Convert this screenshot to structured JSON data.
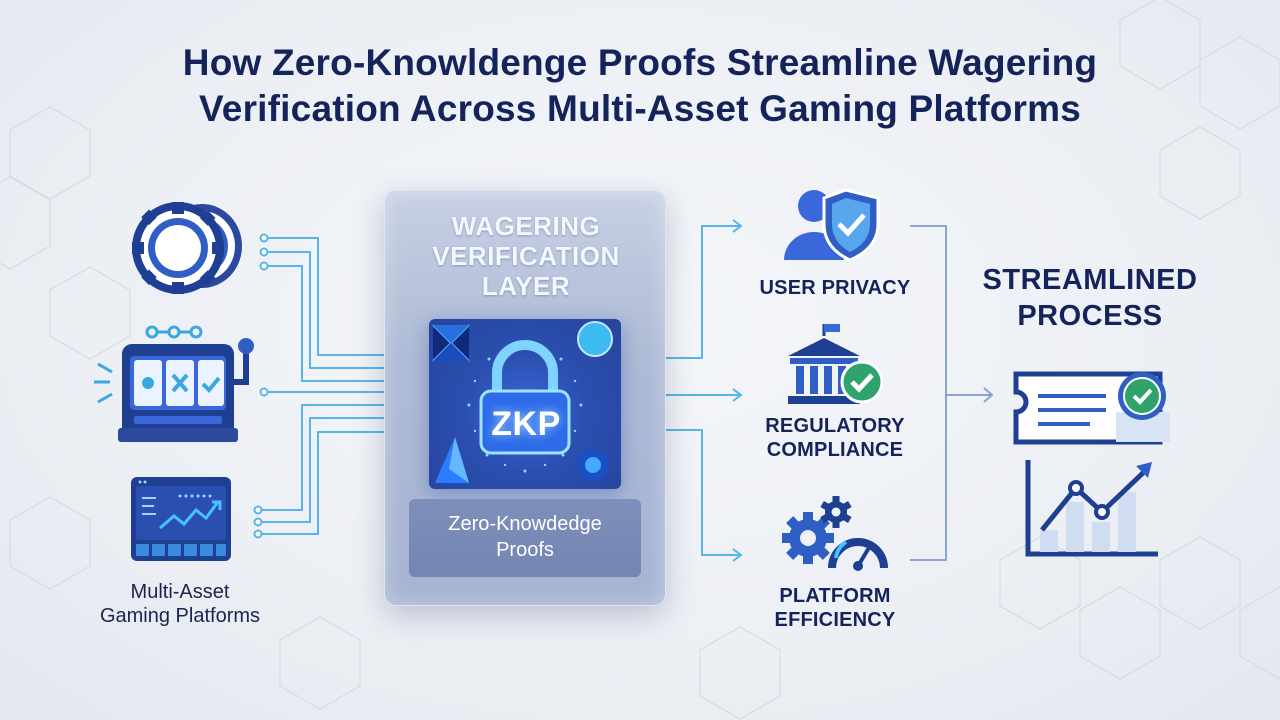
{
  "title": {
    "line1": "How Zero-Knowldenge Proofs Streamline Wagering",
    "line2": "Verification Across Multi-Asset Gaming Platforms"
  },
  "sources": {
    "label_line1": "Multi-Asset",
    "label_line2": "Gaming Platforms",
    "icons": [
      "casino-chips-icon",
      "slot-machine-icon",
      "trading-dashboard-icon"
    ]
  },
  "panel": {
    "title_line1": "WAGERING",
    "title_line2": "VERIFICATION",
    "title_line3": "LAYER",
    "badge": "ZKP",
    "sub_line1": "Zero-Knowdedge",
    "sub_line2": "Proofs"
  },
  "benefits": [
    {
      "icon": "user-shield-icon",
      "line1": "USER PRIVACY",
      "line2": ""
    },
    {
      "icon": "bank-check-icon",
      "line1": "REGULATORY",
      "line2": "COMPLIANCE"
    },
    {
      "icon": "gears-gauge-icon",
      "line1": "PLATFORM",
      "line2": "EFFICIENCY"
    }
  ],
  "result": {
    "line1": "STREAMLINED",
    "line2": "PROCESS",
    "icons": [
      "certified-ticket-icon",
      "growth-chart-icon"
    ]
  },
  "colors": {
    "navy": "#14245a",
    "blue": "#2f5fc4",
    "light_blue": "#5ab4e6",
    "green": "#2fa36b",
    "panel": "#aebbd6"
  }
}
